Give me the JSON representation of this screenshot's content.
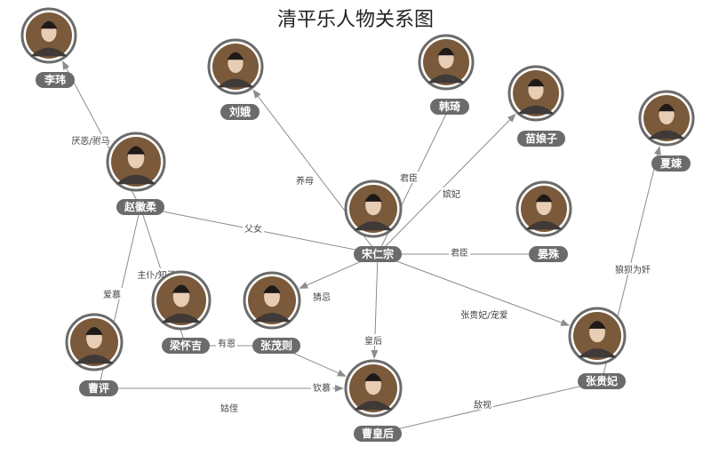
{
  "title": "清平乐人物关系图",
  "colors": {
    "edge": "#8c8c8c",
    "pill": "#6b6b6b",
    "photo_bg": "#7a5a3a"
  },
  "nodes": [
    {
      "id": "lihui",
      "label": "李玮",
      "icon": "portrait-photo"
    },
    {
      "id": "liue",
      "label": "刘娥",
      "icon": "portrait-photo"
    },
    {
      "id": "hanqi",
      "label": "韩琦",
      "icon": "portrait-photo"
    },
    {
      "id": "miao",
      "label": "苗娘子",
      "icon": "portrait-photo"
    },
    {
      "id": "xiasong",
      "label": "夏竦",
      "icon": "portrait-photo"
    },
    {
      "id": "zhaohui",
      "label": "赵徽柔",
      "icon": "portrait-photo"
    },
    {
      "id": "song",
      "label": "宋仁宗",
      "icon": "portrait-photo"
    },
    {
      "id": "yanshu",
      "label": "晏殊",
      "icon": "portrait-photo"
    },
    {
      "id": "lianghj",
      "label": "梁怀吉",
      "icon": "portrait-photo"
    },
    {
      "id": "zhangmz",
      "label": "张茂则",
      "icon": "portrait-photo"
    },
    {
      "id": "caoping",
      "label": "曹评",
      "icon": "portrait-photo"
    },
    {
      "id": "zhanggf",
      "label": "张贵妃",
      "icon": "portrait-photo"
    },
    {
      "id": "caohh",
      "label": "曹皇后",
      "icon": "portrait-photo"
    }
  ],
  "edges": [
    {
      "from": "zhaohui",
      "to": "lihui",
      "label": "厌恶/驸马",
      "arrow": true
    },
    {
      "from": "song",
      "to": "liue",
      "label": "养母",
      "arrow": true
    },
    {
      "from": "song",
      "to": "hanqi",
      "label": "君臣",
      "arrow": false
    },
    {
      "from": "song",
      "to": "miao",
      "label": "嫔妃",
      "arrow": true
    },
    {
      "from": "song",
      "to": "zhaohui",
      "label": "父女",
      "arrow": false
    },
    {
      "from": "song",
      "to": "yanshu",
      "label": "君臣",
      "arrow": false
    },
    {
      "from": "song",
      "to": "zhangmz",
      "label": "猜忌",
      "arrow": true
    },
    {
      "from": "song",
      "to": "caohh",
      "label": "皇后",
      "arrow": true
    },
    {
      "from": "song",
      "to": "zhanggf",
      "label": "张贵妃/宠爱",
      "arrow": true
    },
    {
      "from": "zhanggf",
      "to": "xiasong",
      "label": "狼狈为奸",
      "arrow": true
    },
    {
      "from": "zhaohui",
      "to": "lianghj",
      "label": "主仆/知己",
      "arrow": false
    },
    {
      "from": "zhaohui",
      "to": "caoping",
      "label": "爱慕",
      "arrow": false
    },
    {
      "from": "lianghj",
      "to": "zhangmz",
      "label": "有恩",
      "arrow": false
    },
    {
      "from": "zhangmz",
      "to": "caohh",
      "label": "钦慕",
      "arrow": true
    },
    {
      "from": "caoping",
      "to": "caohh",
      "label": "姑侄",
      "arrow": true
    },
    {
      "from": "zhanggf",
      "to": "caohh",
      "label": "敌视",
      "arrow": false
    }
  ]
}
